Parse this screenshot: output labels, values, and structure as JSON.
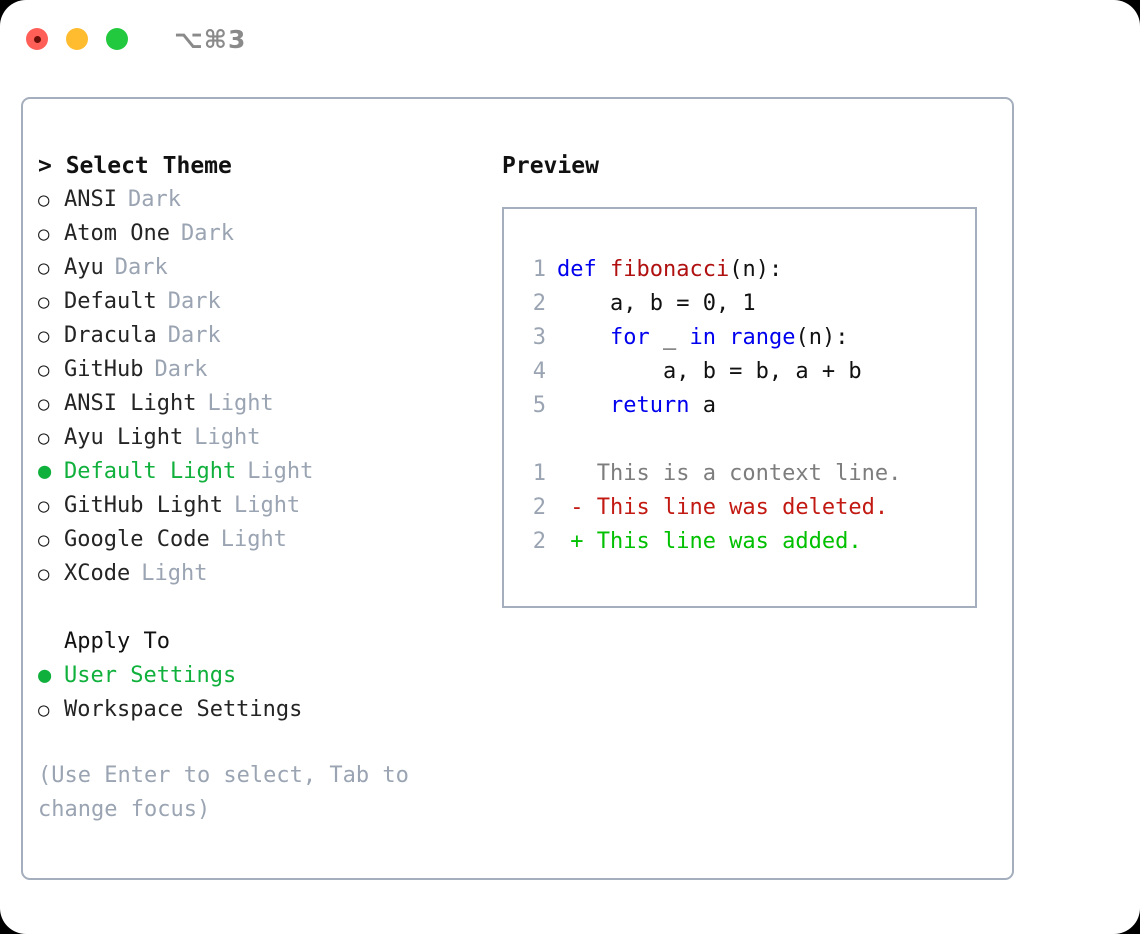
{
  "titlebar": {
    "shortcut": "⌥⌘3",
    "lights": [
      {
        "name": "close",
        "color": "#ff5f57"
      },
      {
        "name": "minimize",
        "color": "#febc2e"
      },
      {
        "name": "maximize",
        "color": "#22c93f"
      }
    ]
  },
  "colors": {
    "selected_green": "#10b03c",
    "muted_gray": "#9aa4b2",
    "border": "#a4aebd",
    "keyword_blue": "#0000ee",
    "function_red": "#b01010",
    "diff_deleted": "#c21a12",
    "diff_added": "#00c000"
  },
  "left": {
    "heading": "> Select Theme",
    "marker_unselected": "○",
    "marker_selected": "●",
    "themes": [
      {
        "label": "ANSI",
        "category": "Dark",
        "selected": false
      },
      {
        "label": "Atom One",
        "category": "Dark",
        "selected": false
      },
      {
        "label": "Ayu",
        "category": "Dark",
        "selected": false
      },
      {
        "label": "Default",
        "category": "Dark",
        "selected": false
      },
      {
        "label": "Dracula",
        "category": "Dark",
        "selected": false
      },
      {
        "label": "GitHub",
        "category": "Dark",
        "selected": false
      },
      {
        "label": "ANSI Light",
        "category": "Light",
        "selected": false
      },
      {
        "label": "Ayu Light",
        "category": "Light",
        "selected": false
      },
      {
        "label": "Default Light",
        "category": "Light",
        "selected": true
      },
      {
        "label": "GitHub Light",
        "category": "Light",
        "selected": false
      },
      {
        "label": "Google Code",
        "category": "Light",
        "selected": false
      },
      {
        "label": "XCode",
        "category": "Light",
        "selected": false
      }
    ],
    "apply_to_heading": "Apply To",
    "apply_to_options": [
      {
        "label": "User Settings",
        "selected": true
      },
      {
        "label": "Workspace Settings",
        "selected": false
      }
    ],
    "hint": "(Use Enter to select, Tab to change focus)"
  },
  "preview": {
    "title": "Preview",
    "code_lines": [
      {
        "no": "1",
        "tokens": [
          {
            "t": "def ",
            "c": "kw"
          },
          {
            "t": "fibonacci",
            "c": "fn"
          },
          {
            "t": "(n):",
            "c": "txt"
          }
        ]
      },
      {
        "no": "2",
        "tokens": [
          {
            "t": "    a, b = 0, 1",
            "c": "txt"
          }
        ]
      },
      {
        "no": "3",
        "tokens": [
          {
            "t": "    ",
            "c": "txt"
          },
          {
            "t": "for",
            "c": "kw"
          },
          {
            "t": " _ ",
            "c": "txt"
          },
          {
            "t": "in",
            "c": "kw"
          },
          {
            "t": " ",
            "c": "txt"
          },
          {
            "t": "range",
            "c": "kw"
          },
          {
            "t": "(n):",
            "c": "txt"
          }
        ]
      },
      {
        "no": "4",
        "tokens": [
          {
            "t": "        a, b = b, a + b",
            "c": "txt"
          }
        ]
      },
      {
        "no": "5",
        "tokens": [
          {
            "t": "    ",
            "c": "txt"
          },
          {
            "t": "return",
            "c": "kw"
          },
          {
            "t": " a",
            "c": "txt"
          }
        ]
      }
    ],
    "diff_lines": [
      {
        "no": "1",
        "tokens": [
          {
            "t": "   This is a context line.",
            "c": "ctx"
          }
        ]
      },
      {
        "no": "2",
        "tokens": [
          {
            "t": " - This line was deleted.",
            "c": "del"
          }
        ]
      },
      {
        "no": "2",
        "tokens": [
          {
            "t": " + This line was added.",
            "c": "add"
          }
        ]
      }
    ]
  }
}
